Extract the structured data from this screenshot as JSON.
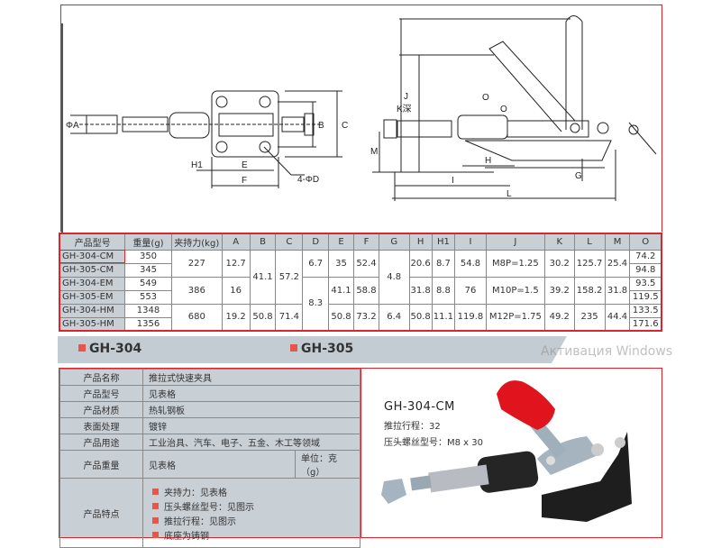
{
  "drawing": {
    "labels": {
      "phiA": "ΦA",
      "B": "B",
      "C": "C",
      "E": "E",
      "F": "F",
      "H1": "H1",
      "holes": "4-ΦD",
      "J": "J",
      "K": "K深",
      "O1": "O",
      "O2": "O",
      "M": "M",
      "H": "H",
      "I": "I",
      "L": "L",
      "G": "G"
    }
  },
  "specs": {
    "headers": [
      "产品型号",
      "重量(g)",
      "夹持力(kg)",
      "A",
      "B",
      "C",
      "D",
      "E",
      "F",
      "G",
      "H",
      "H1",
      "I",
      "J",
      "K",
      "L",
      "M",
      "O"
    ],
    "models": [
      "GH-304-CM",
      "GH-305-CM",
      "GH-304-EM",
      "GH-305-EM",
      "GH-304-HM",
      "GH-305-HM"
    ],
    "weights": [
      "350",
      "345",
      "549",
      "553",
      "1348",
      "1356"
    ],
    "groups": [
      {
        "force": "227",
        "A": "12.7",
        "E": "35",
        "F": "52.4",
        "H": "20.6",
        "H1": "8.7",
        "I": "54.8",
        "J": "M8P=1.25",
        "K": "30.2",
        "L": "125.7",
        "M": "25.4"
      },
      {
        "force": "386",
        "A": "16",
        "E": "41.1",
        "F": "58.8",
        "H": "31.8",
        "H1": "8.8",
        "I": "76",
        "J": "M10P=1.5",
        "K": "39.2",
        "L": "158.2",
        "M": "31.8"
      },
      {
        "force": "680",
        "A": "19.2",
        "B": "50.8",
        "C": "71.4",
        "E": "50.8",
        "F": "73.2",
        "G": "6.4",
        "H": "50.8",
        "H1": "11.1",
        "I": "119.8",
        "J": "M12P=1.75",
        "K": "49.2",
        "L": "235",
        "M": "44.4"
      }
    ],
    "B_12": "41.1",
    "C_12": "57.2",
    "D_1": "6.7",
    "D_23": "8.3",
    "G_12": "4.8",
    "O": [
      "74.2",
      "94.8",
      "93.5",
      "119.5",
      "133.5",
      "171.6"
    ]
  },
  "watermark": "Активация Windows",
  "banner": {
    "items": [
      "GH-304",
      "GH-305"
    ]
  },
  "info": {
    "rows": [
      {
        "k": "产品名称",
        "v": "推拉式快速夹具"
      },
      {
        "k": "产品型号",
        "v": "见表格"
      },
      {
        "k": "产品材质",
        "v": "热轧钢板"
      },
      {
        "k": "表面处理",
        "v": "镀锌"
      },
      {
        "k": "产品用途",
        "v": "工业治具、汽车、电子、五金、木工等领域"
      }
    ],
    "weight": {
      "k": "产品重量",
      "v": "见表格",
      "unit": "单位：克（g）"
    },
    "features": {
      "k": "产品特点",
      "items": [
        "夹持力：见表格",
        "压头螺丝型号：见图示",
        "推拉行程：见图示",
        "底座为铸钢"
      ]
    }
  },
  "photo": {
    "title": "GH-304-CM",
    "stroke_label": "推拉行程：",
    "stroke_value": "32",
    "screw_label": "压头螺丝型号：",
    "screw_value": "M8 x 30"
  },
  "colors": {
    "accent": "#e8564a",
    "frame": "#d9252b",
    "panel": "#c8cfd5"
  }
}
